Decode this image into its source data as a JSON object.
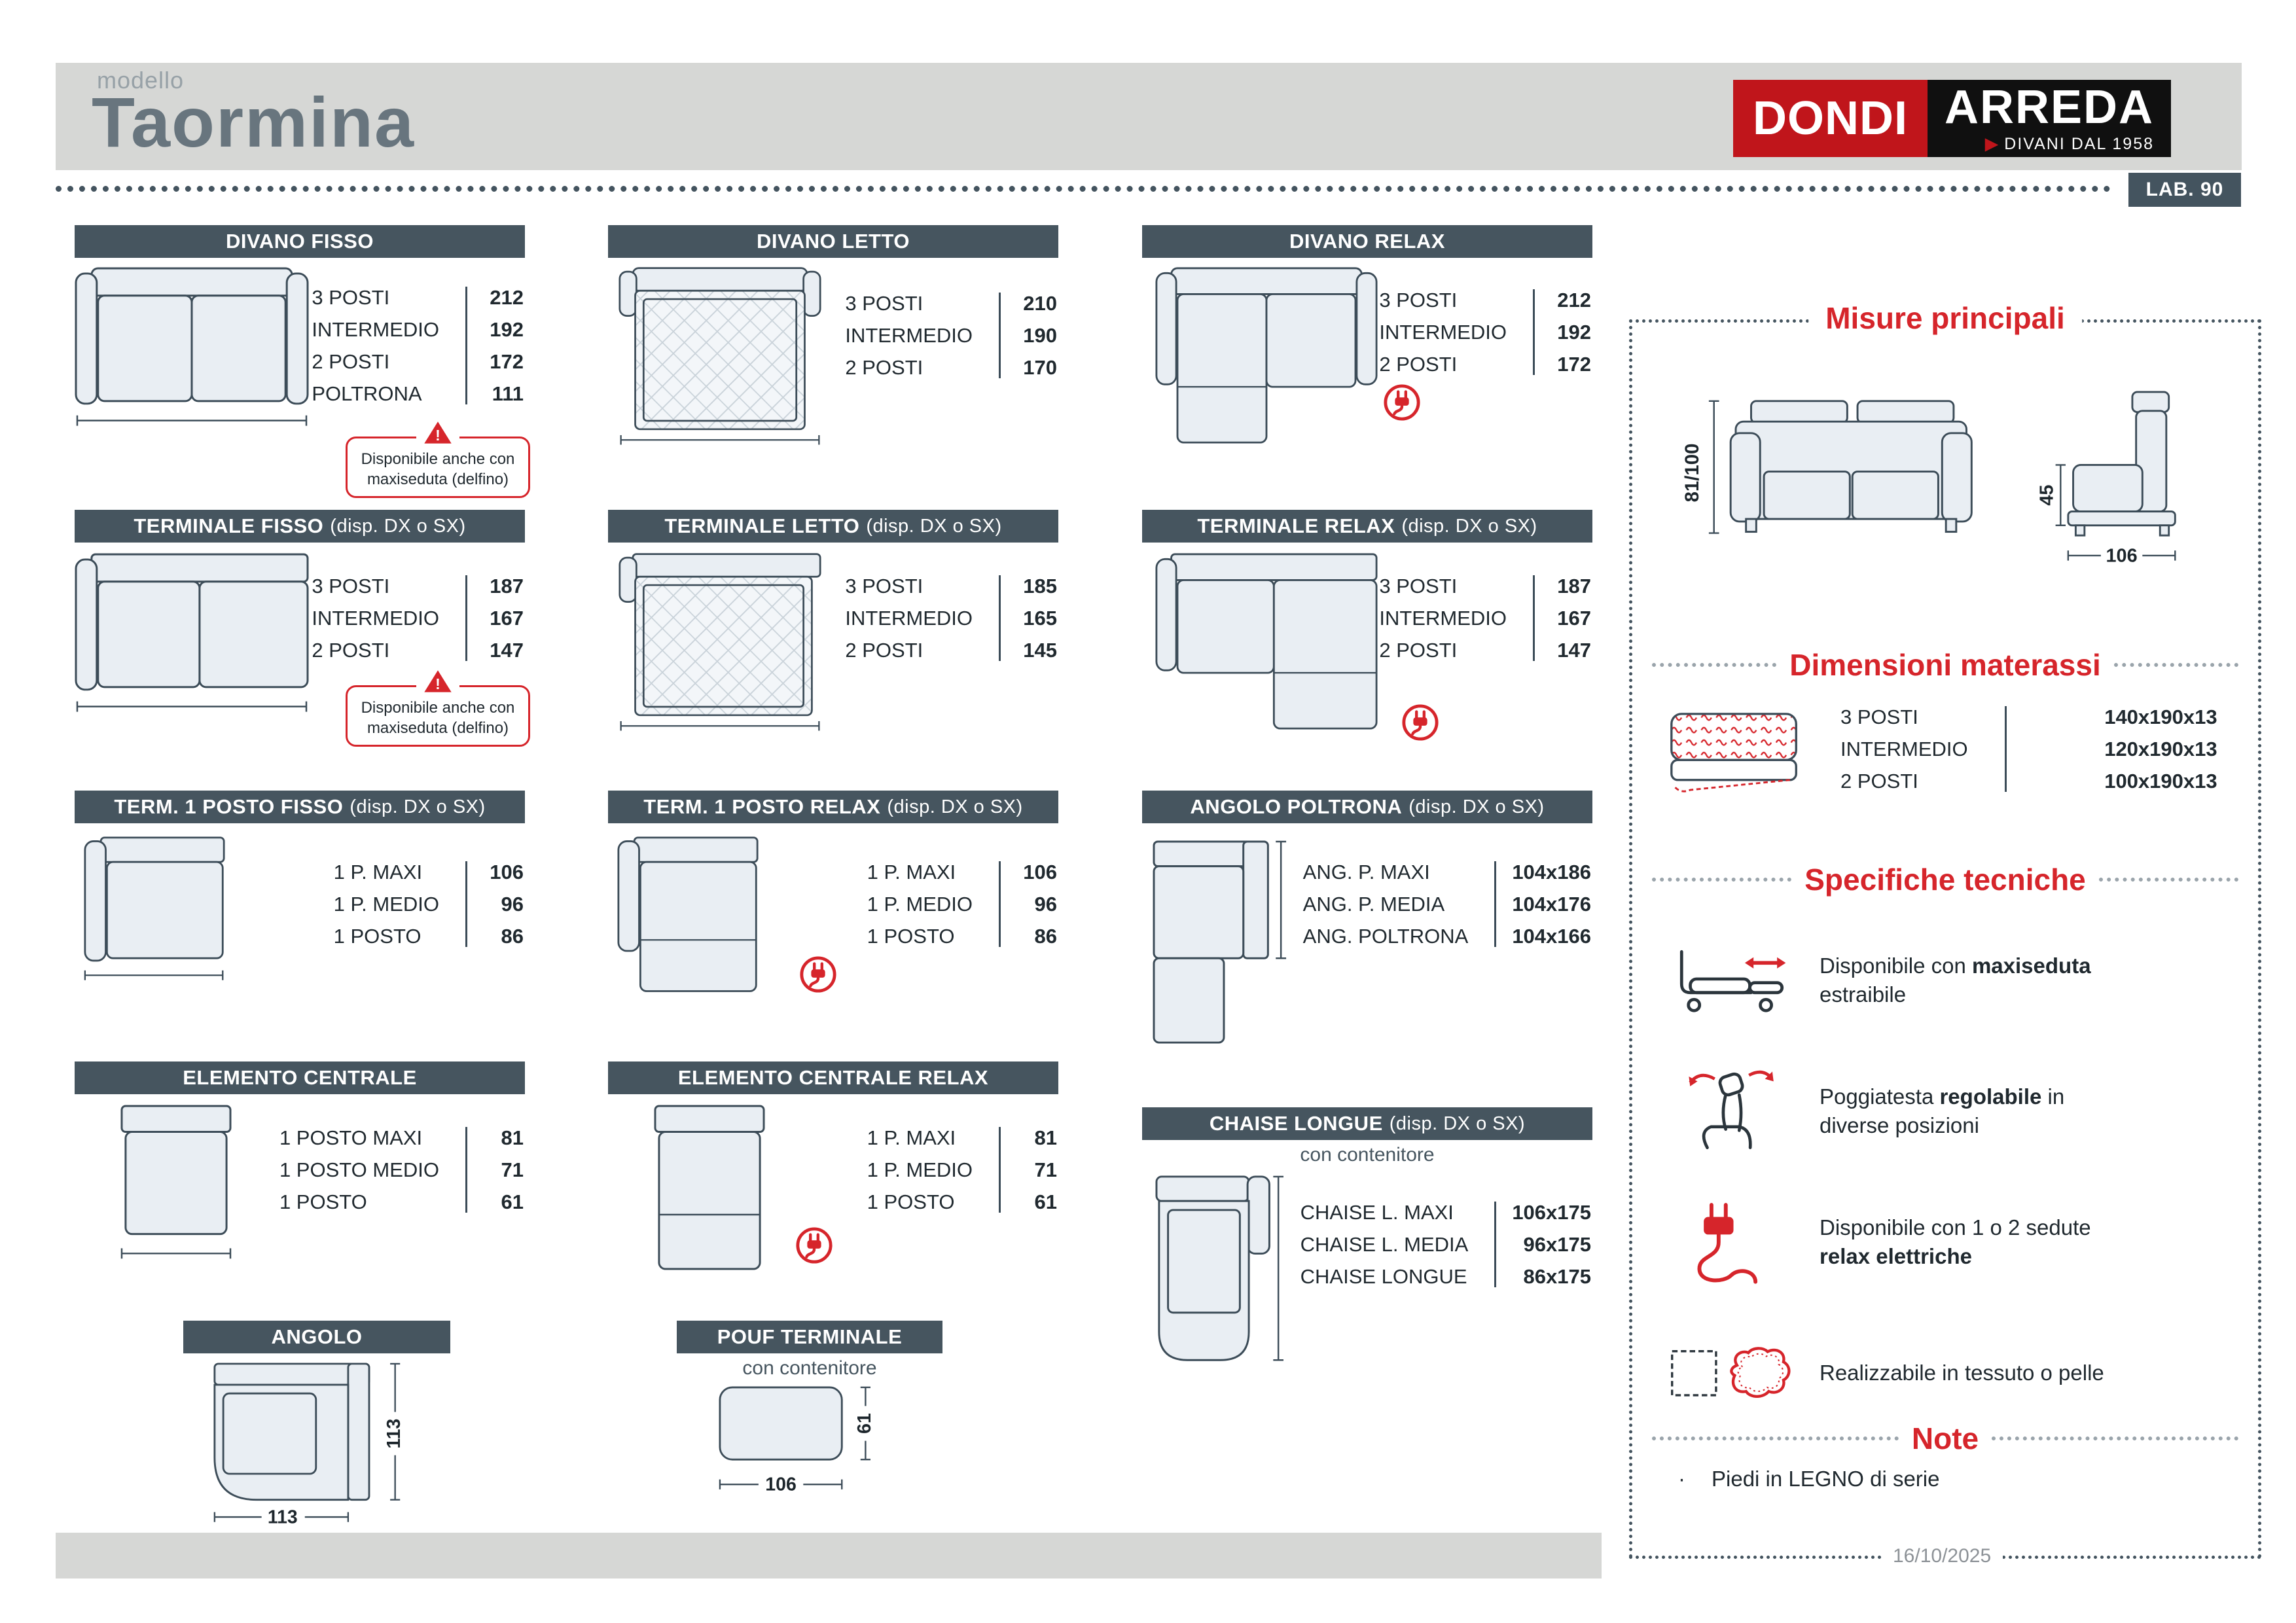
{
  "colors": {
    "accent_red": "#d6252b",
    "slate": "#44545f"
  },
  "header": {
    "model_label": "modello",
    "model_name": "Taormina",
    "lab_badge": "LAB. 90"
  },
  "logo": {
    "dondi": "DONDI",
    "arreda": "ARREDA",
    "tagline_arrow": "▶",
    "tagline": "DIVANI DAL 1958"
  },
  "sections": {
    "divano_fisso": {
      "title": "DIVANO FISSO",
      "rows": [
        {
          "label": "3 POSTI",
          "value": "212"
        },
        {
          "label": "INTERMEDIO",
          "value": "192"
        },
        {
          "label": "2 POSTI",
          "value": "172"
        },
        {
          "label": "POLTRONA",
          "value": "111"
        }
      ],
      "warning_line1": "Disponibile anche con",
      "warning_line2": "maxiseduta (delfino)"
    },
    "divano_letto": {
      "title": "DIVANO LETTO",
      "rows": [
        {
          "label": "3 POSTI",
          "value": "210"
        },
        {
          "label": "INTERMEDIO",
          "value": "190"
        },
        {
          "label": "2 POSTI",
          "value": "170"
        }
      ]
    },
    "divano_relax": {
      "title": "DIVANO RELAX",
      "rows": [
        {
          "label": "3 POSTI",
          "value": "212"
        },
        {
          "label": "INTERMEDIO",
          "value": "192"
        },
        {
          "label": "2 POSTI",
          "value": "172"
        }
      ]
    },
    "terminale_fisso": {
      "title": "TERMINALE FISSO",
      "suffix": "(disp. DX o SX)",
      "rows": [
        {
          "label": "3 POSTI",
          "value": "187"
        },
        {
          "label": "INTERMEDIO",
          "value": "167"
        },
        {
          "label": "2 POSTI",
          "value": "147"
        }
      ],
      "warning_line1": "Disponibile anche con",
      "warning_line2": "maxiseduta (delfino)"
    },
    "terminale_letto": {
      "title": "TERMINALE LETTO",
      "suffix": "(disp. DX o SX)",
      "rows": [
        {
          "label": "3 POSTI",
          "value": "185"
        },
        {
          "label": "INTERMEDIO",
          "value": "165"
        },
        {
          "label": "2 POSTI",
          "value": "145"
        }
      ]
    },
    "terminale_relax": {
      "title": "TERMINALE RELAX",
      "suffix": "(disp. DX o SX)",
      "rows": [
        {
          "label": "3 POSTI",
          "value": "187"
        },
        {
          "label": "INTERMEDIO",
          "value": "167"
        },
        {
          "label": "2 POSTI",
          "value": "147"
        }
      ]
    },
    "term1_fisso": {
      "title": "TERM. 1 POSTO FISSO",
      "suffix": "(disp. DX o SX)",
      "rows": [
        {
          "label": "1 P. MAXI",
          "value": "106"
        },
        {
          "label": "1 P. MEDIO",
          "value": "96"
        },
        {
          "label": "1 POSTO",
          "value": "86"
        }
      ]
    },
    "term1_relax": {
      "title": "TERM. 1 POSTO RELAX",
      "suffix": "(disp. DX o SX)",
      "rows": [
        {
          "label": "1 P. MAXI",
          "value": "106"
        },
        {
          "label": "1 P. MEDIO",
          "value": "96"
        },
        {
          "label": "1 POSTO",
          "value": "86"
        }
      ]
    },
    "angolo_poltrona": {
      "title": "ANGOLO POLTRONA",
      "suffix": "(disp. DX o SX)",
      "rows": [
        {
          "label": "ANG. P. MAXI",
          "value": "104x186"
        },
        {
          "label": "ANG. P. MEDIA",
          "value": "104x176"
        },
        {
          "label": "ANG. POLTRONA",
          "value": "104x166"
        }
      ]
    },
    "elemento_centrale": {
      "title": "ELEMENTO CENTRALE",
      "rows": [
        {
          "label": "1 POSTO MAXI",
          "value": "81"
        },
        {
          "label": "1 POSTO MEDIO",
          "value": "71"
        },
        {
          "label": "1 POSTO",
          "value": "61"
        }
      ]
    },
    "elemento_centrale_relax": {
      "title": "ELEMENTO CENTRALE RELAX",
      "rows": [
        {
          "label": "1 P. MAXI",
          "value": "81"
        },
        {
          "label": "1 P. MEDIO",
          "value": "71"
        },
        {
          "label": "1 POSTO",
          "value": "61"
        }
      ]
    },
    "chaise_longue": {
      "title": "CHAISE LONGUE",
      "suffix": "(disp. DX o SX)",
      "subtitle": "con contenitore",
      "rows": [
        {
          "label": "CHAISE L. MAXI",
          "value": "106x175"
        },
        {
          "label": "CHAISE L. MEDIA",
          "value": "96x175"
        },
        {
          "label": "CHAISE LONGUE",
          "value": "86x175"
        }
      ]
    },
    "angolo": {
      "title": "ANGOLO",
      "dim_w": "113",
      "dim_h": "113"
    },
    "pouf": {
      "title": "POUF TERMINALE",
      "subtitle": "con contenitore",
      "dim_w": "106",
      "dim_h": "61"
    }
  },
  "panel": {
    "misure": {
      "title": "Misure principali",
      "front_height": "81/100",
      "side_height": "45",
      "side_depth": "106"
    },
    "materassi": {
      "title": "Dimensioni materassi",
      "rows": [
        {
          "label": "3 POSTI",
          "value": "140x190x13"
        },
        {
          "label": "INTERMEDIO",
          "value": "120x190x13"
        },
        {
          "label": "2 POSTI",
          "value": "100x190x13"
        }
      ]
    },
    "specifiche": {
      "title": "Specifiche tecniche",
      "items": [
        {
          "pre": "Disponibile con ",
          "bold": "maxiseduta",
          "post": " estraibile"
        },
        {
          "pre": "Poggiatesta ",
          "bold": "regolabile",
          "post": " in diverse posizioni"
        },
        {
          "pre": "Disponibile con 1 o 2 sedute ",
          "bold": "relax elettriche",
          "post": ""
        },
        {
          "pre": "Realizzabile in tessuto o pelle",
          "bold": "",
          "post": ""
        }
      ]
    },
    "note": {
      "title": "Note",
      "bullet": "·",
      "text": "Piedi in LEGNO di serie"
    },
    "date": "16/10/2025"
  }
}
